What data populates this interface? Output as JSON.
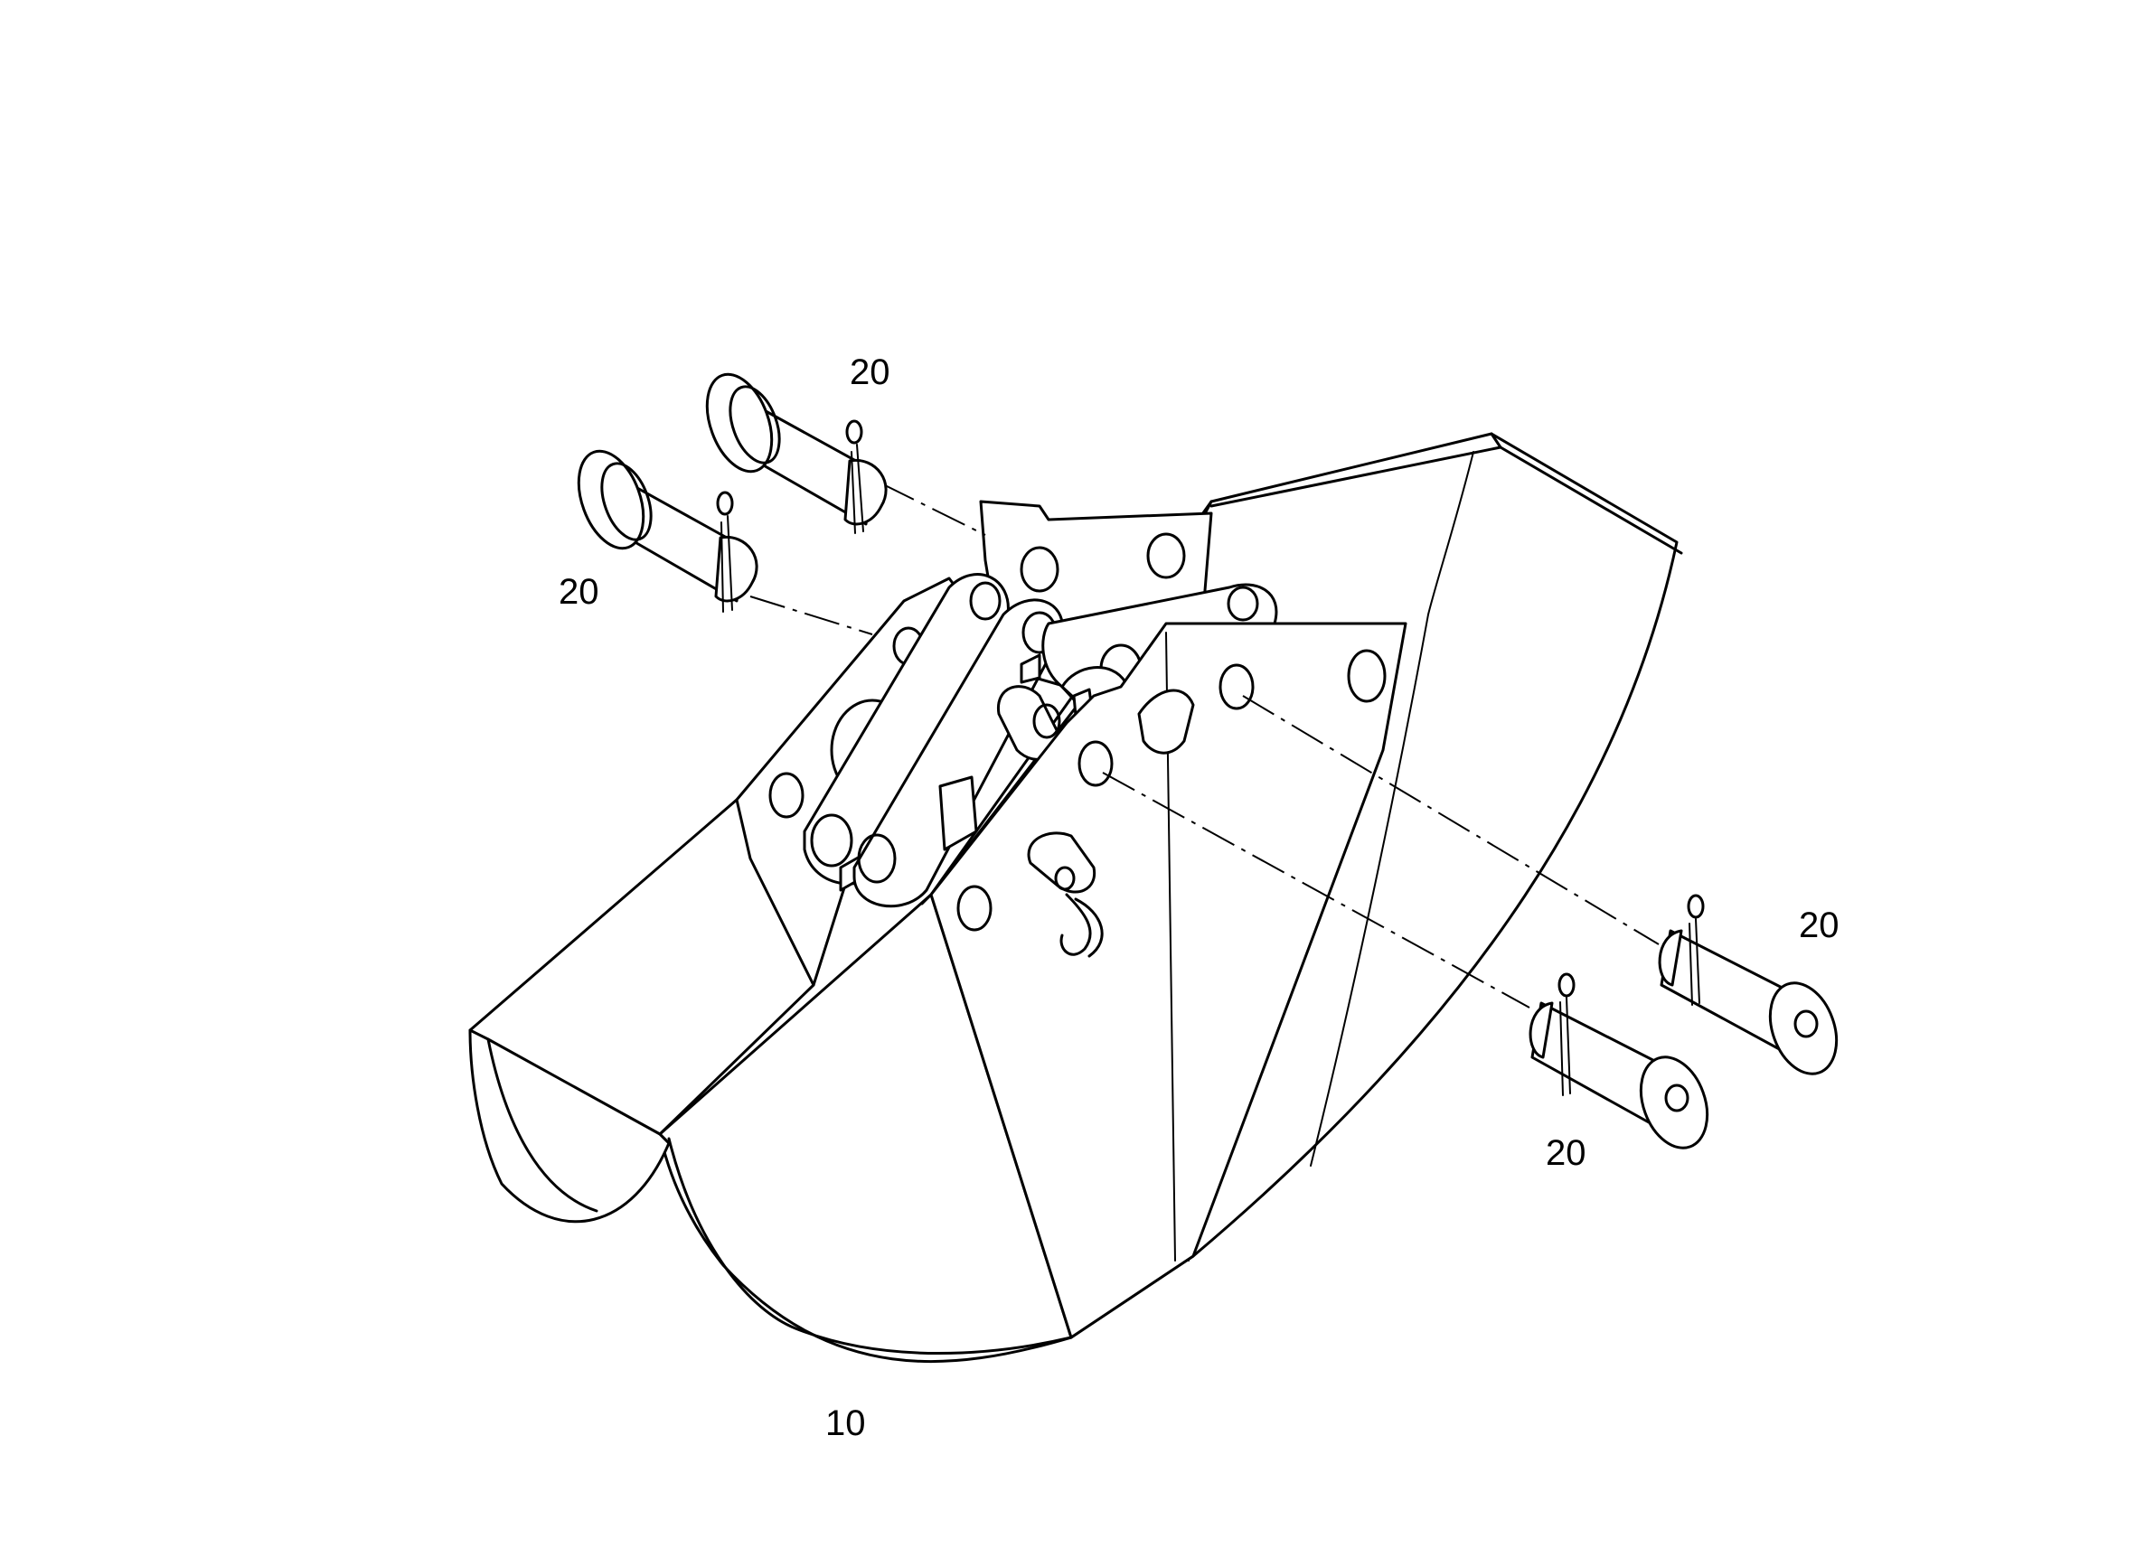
{
  "parts": [
    {
      "id": "bucket",
      "label": "10",
      "icon": "bucket-icon"
    },
    {
      "id": "pin-upper-left",
      "label": "20",
      "icon": "pin-icon"
    },
    {
      "id": "pin-lower-left",
      "label": "20",
      "icon": "pin-icon"
    },
    {
      "id": "pin-right-upper",
      "label": "20",
      "icon": "pin-icon"
    },
    {
      "id": "pin-right-lower",
      "label": "20",
      "icon": "pin-icon"
    }
  ],
  "colors": {
    "line": "#000000",
    "background": "#ffffff"
  }
}
